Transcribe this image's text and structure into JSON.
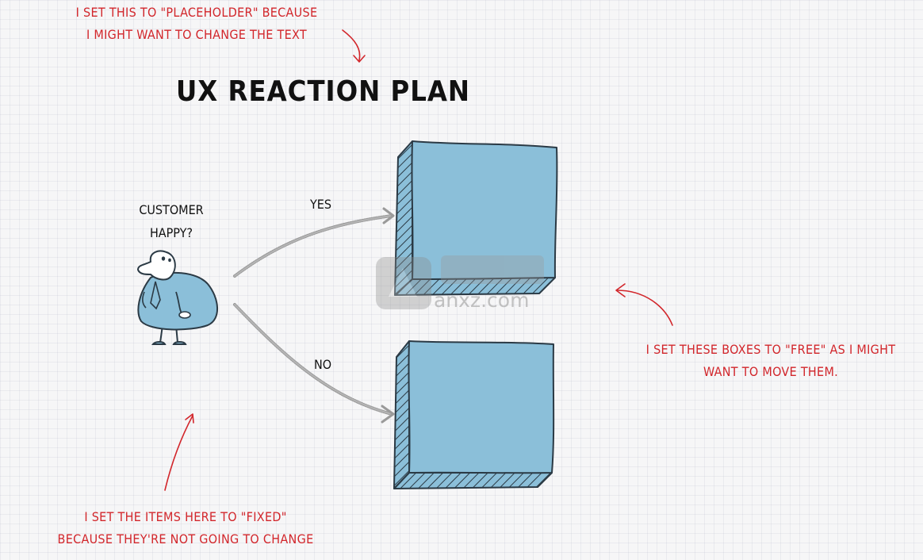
{
  "diagram": {
    "title": "UX REACTION PLAN",
    "question_lines": [
      "CUSTOMER",
      "HAPPY?"
    ],
    "branch_yes": "YES",
    "branch_no": "NO"
  },
  "annotations": {
    "top": [
      "I SET THIS TO \"PLACEHOLDER\" BECAUSE",
      "I MIGHT WANT TO CHANGE THE TEXT"
    ],
    "right": [
      "I SET THESE BOXES TO \"FREE\" AS I MIGHT",
      "WANT TO MOVE THEM."
    ],
    "bottom": [
      "I SET THE ITEMS HERE TO \"FIXED\"",
      "BECAUSE THEY'RE NOT GOING TO CHANGE"
    ]
  },
  "watermark": {
    "domain": "anxz.com"
  },
  "colors": {
    "background": "#f6f6f7",
    "annotation": "#d2262b",
    "box_face": "#8bbfd9",
    "box_stroke": "#2b3a45",
    "figure_body": "#8bbfd9",
    "arrow": "#9a9a9a"
  }
}
